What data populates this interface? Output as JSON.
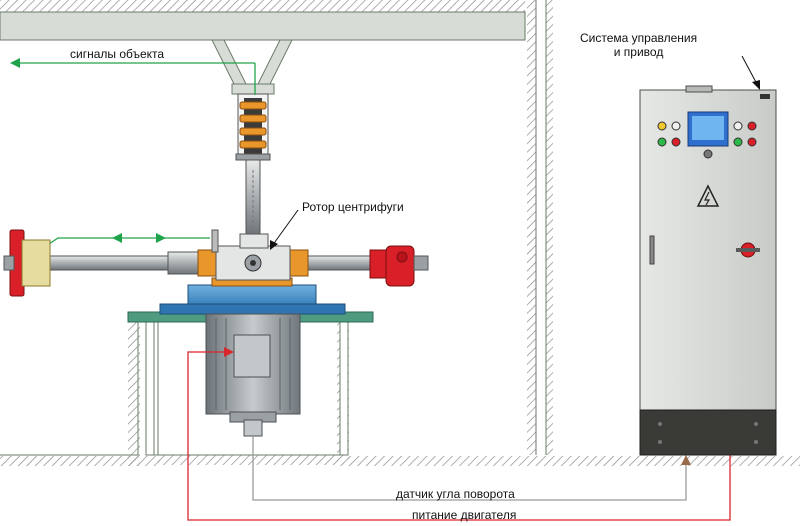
{
  "labels": {
    "object_signals": "сигналы объекта",
    "control_system_line1": "Система управления",
    "control_system_line2": "и привод",
    "centrifuge_rotor": "Ротор центрифуги",
    "angle_sensor": "датчик угла поворота",
    "motor_power": "питание двигателя"
  },
  "colors": {
    "structure": "#d7ddd6",
    "wall_hatch": "#8c8c8c",
    "signal_line": "#1fa34a",
    "power_line": "#d9262e",
    "sensor_line": "#9a9a9a",
    "rotor_orange": "#e9962a",
    "counterweight_red": "#d91f27",
    "table_blue": "#3f8cc8",
    "motor_grey": "#9aa0a4",
    "cabinet_grey": "#d5d7d4",
    "cabinet_base": "#3a3a36",
    "screen_blue": "#2f6fd0"
  },
  "icons": [
    "warning-electric-icon",
    "lamp-indicator-icon",
    "main-switch-icon"
  ]
}
